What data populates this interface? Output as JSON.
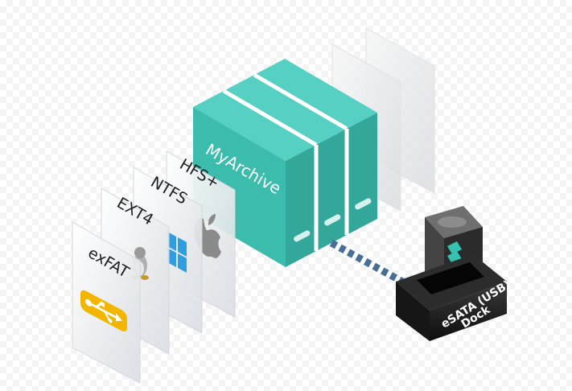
{
  "archive": {
    "label": "MyArchive"
  },
  "filesystems": [
    {
      "label": "exFAT",
      "icon": "usb-drive-icon",
      "color": "#f2b600"
    },
    {
      "label": "EXT4",
      "icon": "linux-penguin-icon",
      "color": "#9a9a9a"
    },
    {
      "label": "NTFS",
      "icon": "windows-logo-icon",
      "color": "#2f9ee0"
    },
    {
      "label": "HFS+",
      "icon": "apple-logo-icon",
      "color": "#8a8a8a"
    }
  ],
  "dock": {
    "line1": "eSATA (USB)",
    "line2": "Dock"
  },
  "colors": {
    "archive_front": "#39b5a6",
    "archive_top": "#4fcdbf",
    "archive_side": "#2a9185",
    "dock_body": "#1c1c1c",
    "connector": "#4a6f96"
  }
}
